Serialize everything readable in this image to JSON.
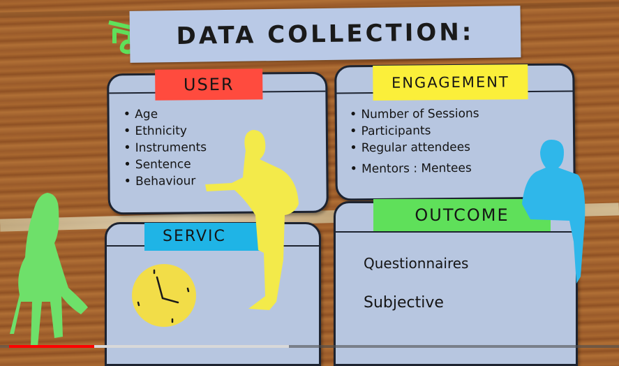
{
  "title": "DATA COLLECTION:",
  "cards": {
    "user": {
      "heading": "USER",
      "heading_color": "#ff4b3e",
      "items": [
        "Age",
        "Ethnicity",
        "Instruments",
        "Sentence",
        "Behaviour"
      ]
    },
    "engagement": {
      "heading": "ENGAGEMENT",
      "heading_color": "#fbef3a",
      "items": [
        "Number of Sessions",
        "Participants",
        "Regular attendees",
        "Mentors : Mentees"
      ]
    },
    "service": {
      "heading": "SERVIC",
      "heading_color": "#1fb4e6",
      "icon": "clock-icon"
    },
    "outcome": {
      "heading": "OUTCOME",
      "heading_color": "#5fe05a",
      "items": [
        "Questionnaires",
        "Subjective"
      ]
    }
  },
  "cutouts": [
    "music-note-icon",
    "green-woman-figure",
    "yellow-guitarist-figure",
    "blue-person-figure"
  ],
  "video_progress": {
    "played_percent": 14,
    "buffered_percent": 47,
    "played_color": "#ff0000"
  }
}
